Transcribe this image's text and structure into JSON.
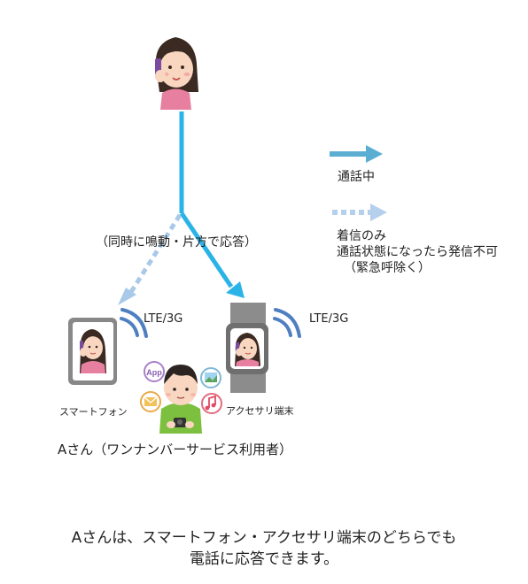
{
  "caption_ring": "（同時に鳴動・片方で応答）",
  "legend": {
    "in_call": "通話中",
    "ring_only_lines": [
      "着信のみ",
      "通話状態になったら発信不可",
      "（緊急呼除く）"
    ]
  },
  "lte_phone": "LTE/3G",
  "lte_watch": "LTE/3G",
  "device_phone_label": "スマートフォン",
  "device_watch_label": "アクセサリ端末",
  "user_caption": "Aさん（ワンナンバーサービス利用者）",
  "footer_lines": [
    "Aさんは、スマートフォン・アクセサリ端末のどちらでも",
    "電話に応答できます。"
  ],
  "app_badge": "App",
  "icons": [
    "caller-woman-icon",
    "smartphone-icon",
    "smartwatch-icon",
    "user-man-icon",
    "app-bubble-icon",
    "mail-bubble-icon",
    "photo-bubble-icon",
    "music-bubble-icon",
    "signal-waves-icon"
  ],
  "colors": {
    "call_line": "#2ab3e6",
    "ring_line": "#a9c9e8",
    "signal": "#4f7fc1",
    "legend_call": "#5aaed2",
    "legend_ring": "#b5d0ec"
  }
}
